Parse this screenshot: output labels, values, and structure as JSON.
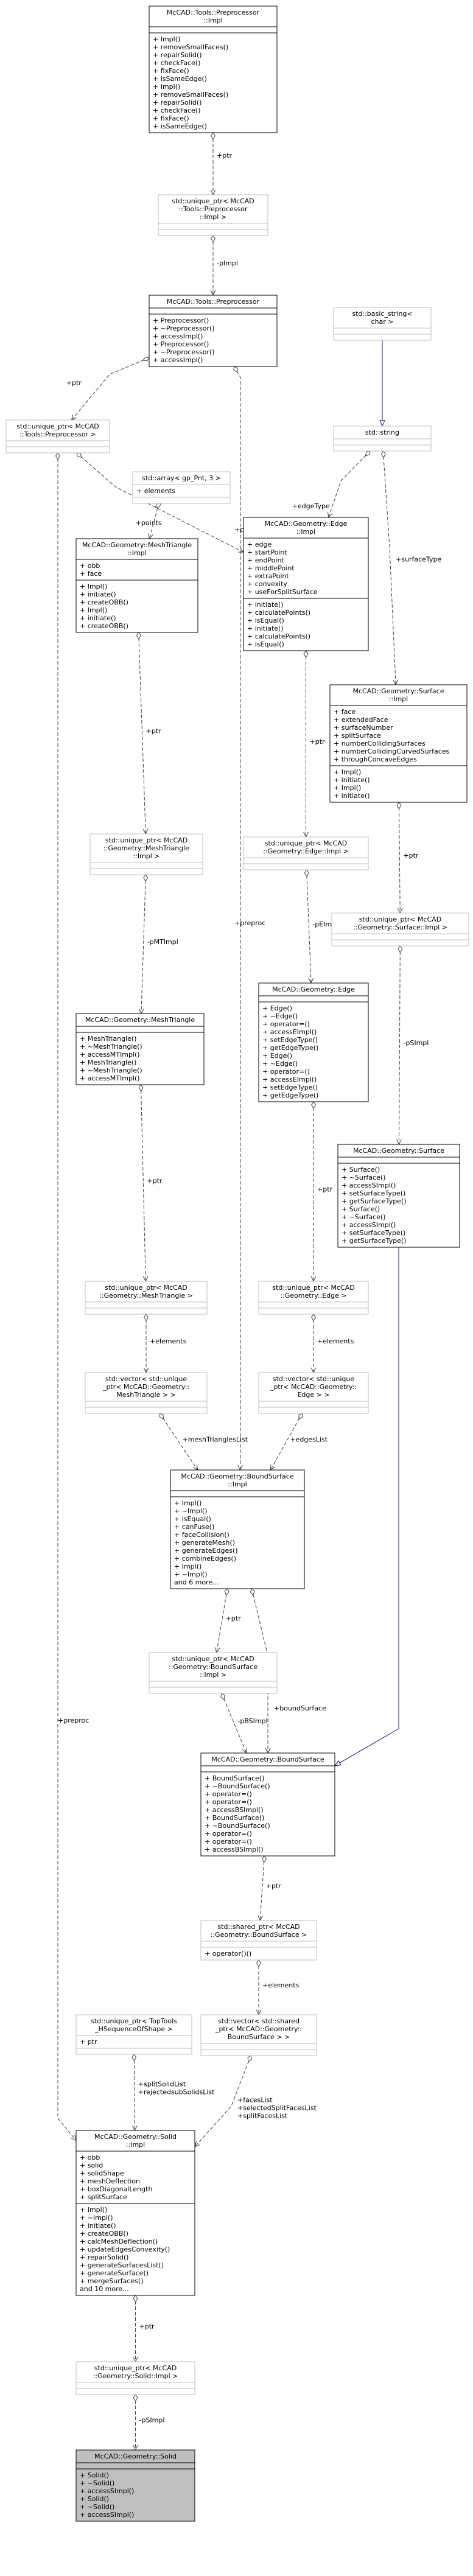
{
  "colors": {
    "node_border": "#000000",
    "node_border_faint": "#bfbfbf",
    "node_fill": "#ffffff",
    "highlight_fill": "#bfbfbf",
    "edge_usage": "#404040",
    "edge_inheritance": "#191970",
    "edge_template": "#ffa500"
  },
  "nodes": [
    {
      "id": "preproc_impl",
      "title": [
        "McCAD::Tools::Preprocessor",
        "::Impl"
      ],
      "attributes": [],
      "methods": [
        "+ Impl()",
        "+ removeSmallFaces()",
        "+ repairSolid()",
        "+ checkFace()",
        "+ fixFace()",
        "+ isSameEdge()",
        "+ Impl()",
        "+ removeSmallFaces()",
        "+ repairSolid()",
        "+ checkFace()",
        "+ fixFace()",
        "+ isSameEdge()"
      ]
    },
    {
      "id": "uptr_preproc_impl",
      "faint": true,
      "title": [
        "std::unique_ptr< McCAD",
        "::Tools::Preprocessor",
        "::Impl >"
      ],
      "attributes": [],
      "methods": []
    },
    {
      "id": "preprocessor",
      "title": [
        "McCAD::Tools::Preprocessor"
      ],
      "attributes": [],
      "methods": [
        "+ Preprocessor()",
        "+ ~Preprocessor()",
        "+ accessImpl()",
        "+ Preprocessor()",
        "+ ~Preprocessor()",
        "+ accessImpl()"
      ]
    },
    {
      "id": "basic_string",
      "faint": true,
      "title": [
        "std::basic_string<",
        "char >"
      ],
      "attributes": [],
      "methods": []
    },
    {
      "id": "std_string",
      "faint": true,
      "title": [
        "std::string"
      ],
      "attributes": [],
      "methods": []
    },
    {
      "id": "uptr_preproc",
      "faint": true,
      "title": [
        "std::unique_ptr< McCAD",
        "::Tools::Preprocessor >"
      ],
      "attributes": [],
      "methods": []
    },
    {
      "id": "array_gp",
      "faint": true,
      "title": [
        "std::array< gp_Pnt, 3 >"
      ],
      "attributes": [
        "+ elements"
      ],
      "methods": []
    },
    {
      "id": "edge_impl",
      "title": [
        "McCAD::Geometry::Edge",
        "::Impl"
      ],
      "attributes": [
        "+ edge",
        "+ startPoint",
        "+ endPoint",
        "+ middlePoint",
        "+ extraPoint",
        "+ convexity",
        "+ useForSplitSurface"
      ],
      "methods": [
        "+ initiate()",
        "+ calculatePoints()",
        "+ isEqual()",
        "+ initiate()",
        "+ calculatePoints()",
        "+ isEqual()"
      ]
    },
    {
      "id": "meshtri_impl",
      "title": [
        "McCAD::Geometry::MeshTriangle",
        "::Impl"
      ],
      "attributes": [
        "+ obb",
        "+ face"
      ],
      "methods": [
        "+ Impl()",
        "+ initiate()",
        "+ createOBB()",
        "+ Impl()",
        "+ initiate()",
        "+ createOBB()"
      ]
    },
    {
      "id": "surface_impl",
      "title": [
        "McCAD::Geometry::Surface",
        "::Impl"
      ],
      "attributes": [
        "+ face",
        "+ extendedFace",
        "+ surfaceNumber",
        "+ splitSurface",
        "+ numberCollidingSurfaces",
        "+ numberCollidingCurvedSurfaces",
        "+ throughConcaveEdges"
      ],
      "methods": [
        "+ Impl()",
        "+ initiate()",
        "+ Impl()",
        "+ initiate()"
      ]
    },
    {
      "id": "uptr_edge_impl",
      "faint": true,
      "title": [
        "std::unique_ptr< McCAD",
        "::Geometry::Edge::Impl >"
      ],
      "attributes": [],
      "methods": []
    },
    {
      "id": "uptr_meshtri_impl",
      "faint": true,
      "title": [
        "std::unique_ptr< McCAD",
        "::Geometry::MeshTriangle",
        "::Impl >"
      ],
      "attributes": [],
      "methods": []
    },
    {
      "id": "uptr_surface_impl",
      "faint": true,
      "title": [
        "std::unique_ptr< McCAD",
        "::Geometry::Surface::Impl >"
      ],
      "attributes": [],
      "methods": []
    },
    {
      "id": "edge",
      "title": [
        "McCAD::Geometry::Edge"
      ],
      "attributes": [],
      "methods": [
        "+ Edge()",
        "+ ~Edge()",
        "+ operator=()",
        "+ accessEImpl()",
        "+ setEdgeType()",
        "+ getEdgeType()",
        "+ Edge()",
        "+ ~Edge()",
        "+ operator=()",
        "+ accessEImpl()",
        "+ setEdgeType()",
        "+ getEdgeType()"
      ]
    },
    {
      "id": "meshtri",
      "title": [
        "McCAD::Geometry::MeshTriangle"
      ],
      "attributes": [],
      "methods": [
        "+ MeshTriangle()",
        "+ ~MeshTriangle()",
        "+ accessMTImpl()",
        "+ MeshTriangle()",
        "+ ~MeshTriangle()",
        "+ accessMTImpl()"
      ]
    },
    {
      "id": "surface",
      "title": [
        "McCAD::Geometry::Surface"
      ],
      "attributes": [],
      "methods": [
        "+ Surface()",
        "+ ~Surface()",
        "+ accessSImpl()",
        "+ setSurfaceType()",
        "+ getSurfaceType()",
        "+ Surface()",
        "+ ~Surface()",
        "+ accessSImpl()",
        "+ setSurfaceType()",
        "+ getSurfaceType()"
      ]
    },
    {
      "id": "uptr_meshtri",
      "faint": true,
      "title": [
        "std::unique_ptr< McCAD",
        "::Geometry::MeshTriangle >"
      ],
      "attributes": [],
      "methods": []
    },
    {
      "id": "uptr_edge",
      "faint": true,
      "title": [
        "std::unique_ptr< McCAD",
        "::Geometry::Edge >"
      ],
      "attributes": [],
      "methods": []
    },
    {
      "id": "vec_meshtri",
      "faint": true,
      "title": [
        "std::vector< std::unique",
        "_ptr< McCAD::Geometry::",
        "MeshTriangle > >"
      ],
      "attributes": [],
      "methods": []
    },
    {
      "id": "vec_edge",
      "faint": true,
      "title": [
        "std::vector< std::unique",
        "_ptr< McCAD::Geometry::",
        "Edge > >"
      ],
      "attributes": [],
      "methods": []
    },
    {
      "id": "boundsurf_impl",
      "title": [
        "McCAD::Geometry::BoundSurface",
        "::Impl"
      ],
      "attributes": [],
      "methods": [
        "+ Impl()",
        "+ ~Impl()",
        "+ isEqual()",
        "+ canFuse()",
        "+ faceCollision()",
        "+ generateMesh()",
        "+ generateEdges()",
        "+ combineEdges()",
        "+ Impl()",
        "+ ~Impl()",
        "and 6 more..."
      ]
    },
    {
      "id": "uptr_boundsurf_impl",
      "faint": true,
      "title": [
        "std::unique_ptr< McCAD",
        "::Geometry::BoundSurface",
        "::Impl >"
      ],
      "attributes": [],
      "methods": []
    },
    {
      "id": "boundsurf",
      "title": [
        "McCAD::Geometry::BoundSurface"
      ],
      "attributes": [],
      "methods": [
        "+ BoundSurface()",
        "+ ~BoundSurface()",
        "+ operator=()",
        "+ operator=()",
        "+ accessBSImpl()",
        "+ BoundSurface()",
        "+ ~BoundSurface()",
        "+ operator=()",
        "+ operator=()",
        "+ accessBSImpl()"
      ]
    },
    {
      "id": "sptr_boundsurf",
      "faint": true,
      "title": [
        "std::shared_ptr< McCAD",
        "::Geometry::BoundSurface >"
      ],
      "attributes": [],
      "methods": [
        "+ operator()()"
      ]
    },
    {
      "id": "uptr_toptools",
      "faint": true,
      "title": [
        "std::unique_ptr< TopTools",
        "_HSequenceOfShape >"
      ],
      "attributes": [
        "+ ptr"
      ],
      "methods": []
    },
    {
      "id": "vec_sptr_boundsurf",
      "faint": true,
      "title": [
        "std::vector< std::shared",
        "_ptr< McCAD::Geometry::",
        "BoundSurface > >"
      ],
      "attributes": [],
      "methods": []
    },
    {
      "id": "solid_impl",
      "title": [
        "McCAD::Geometry::Solid",
        "::Impl"
      ],
      "attributes": [
        "+ obb",
        "+ solid",
        "+ solidShape",
        "+ meshDeflection",
        "+ boxDiagonalLength",
        "+ splitSurface"
      ],
      "methods": [
        "+ Impl()",
        "+ ~Impl()",
        "+ initiate()",
        "+ createOBB()",
        "+ calcMeshDeflection()",
        "+ updateEdgesConvexity()",
        "+ repairSolid()",
        "+ generateSurfacesList()",
        "+ generateSurface()",
        "+ mergeSurfaces()",
        "and 10 more..."
      ]
    },
    {
      "id": "uptr_solid_impl",
      "faint": true,
      "title": [
        "std::unique_ptr< McCAD",
        "::Geometry::Solid::Impl >"
      ],
      "attributes": [],
      "methods": []
    },
    {
      "id": "solid",
      "highlight": true,
      "title": [
        "McCAD::Geometry::Solid"
      ],
      "attributes": [],
      "methods": [
        "+ Solid()",
        "+ ~Solid()",
        "+ accessSImpl()",
        "+ Solid()",
        "+ ~Solid()",
        "+ accessSImpl()"
      ]
    }
  ],
  "edges": [
    {
      "from": "preproc_impl",
      "to": "uptr_preproc_impl",
      "kind": "usage",
      "labels": [
        "+ptr"
      ]
    },
    {
      "from": "uptr_preproc_impl",
      "to": "preprocessor",
      "kind": "usage",
      "labels": [
        "-pImpl"
      ]
    },
    {
      "from": "basic_string",
      "to": "std_string",
      "kind": "inheritance",
      "labels": []
    },
    {
      "from": "preprocessor",
      "to": "uptr_preproc",
      "kind": "usage",
      "labels": [
        "+ptr"
      ]
    },
    {
      "from": "std_string",
      "to": "edge_impl",
      "kind": "usage",
      "labels": [
        "+edgeType"
      ]
    },
    {
      "from": "std_string",
      "to": "surface_impl",
      "kind": "usage",
      "labels": [
        "+surfaceType"
      ]
    },
    {
      "from": "uptr_preproc",
      "to": "edge_impl",
      "kind": "usage",
      "labels": [
        "+preproc"
      ]
    },
    {
      "from": "array_gp",
      "to": "meshtri_impl",
      "kind": "usage",
      "labels": [
        "+points"
      ]
    },
    {
      "from": "edge_impl",
      "to": "uptr_edge_impl",
      "kind": "usage",
      "labels": [
        "+ptr"
      ]
    },
    {
      "from": "meshtri_impl",
      "to": "uptr_meshtri_impl",
      "kind": "usage",
      "labels": [
        "+ptr"
      ]
    },
    {
      "from": "surface_impl",
      "to": "uptr_surface_impl",
      "kind": "usage",
      "labels": [
        "+ptr"
      ]
    },
    {
      "from": "uptr_edge_impl",
      "to": "edge",
      "kind": "usage",
      "labels": [
        "-pEImpl"
      ]
    },
    {
      "from": "uptr_meshtri_impl",
      "to": "meshtri",
      "kind": "usage",
      "labels": [
        "-pMTImpl"
      ]
    },
    {
      "from": "uptr_surface_impl",
      "to": "surface",
      "kind": "usage",
      "labels": [
        "-pSImpl"
      ]
    },
    {
      "from": "meshtri",
      "to": "uptr_meshtri",
      "kind": "usage",
      "labels": [
        "+ptr"
      ]
    },
    {
      "from": "edge",
      "to": "uptr_edge",
      "kind": "usage",
      "labels": [
        "+ptr"
      ]
    },
    {
      "from": "uptr_meshtri",
      "to": "vec_meshtri",
      "kind": "usage",
      "labels": [
        "+elements"
      ]
    },
    {
      "from": "uptr_edge",
      "to": "vec_edge",
      "kind": "usage",
      "labels": [
        "+elements"
      ]
    },
    {
      "from": "vec_meshtri",
      "to": "boundsurf_impl",
      "kind": "usage",
      "labels": [
        "+meshTrianglesList"
      ]
    },
    {
      "from": "vec_edge",
      "to": "boundsurf_impl",
      "kind": "usage",
      "labels": [
        "+edgesList"
      ]
    },
    {
      "from": "preprocessor",
      "to": "boundsurf_impl",
      "kind": "usage",
      "labels": [
        "+preproc"
      ]
    },
    {
      "from": "boundsurf_impl",
      "to": "uptr_boundsurf_impl",
      "kind": "usage",
      "labels": [
        "+ptr"
      ]
    },
    {
      "from": "uptr_boundsurf_impl",
      "to": "boundsurf",
      "kind": "usage",
      "labels": [
        "-pBSImpl"
      ]
    },
    {
      "from": "boundsurf_impl",
      "to": "boundsurf",
      "kind": "usage",
      "labels": [
        "+boundSurface"
      ]
    },
    {
      "from": "surface",
      "to": "boundsurf",
      "kind": "inheritance",
      "labels": []
    },
    {
      "from": "boundsurf",
      "to": "sptr_boundsurf",
      "kind": "usage",
      "labels": [
        "+ptr"
      ]
    },
    {
      "from": "sptr_boundsurf",
      "to": "vec_sptr_boundsurf",
      "kind": "usage",
      "labels": [
        "+elements"
      ]
    },
    {
      "from": "uptr_toptools",
      "to": "solid_impl",
      "kind": "usage",
      "labels": [
        "+splitSolidList",
        "+rejectedsubSolidsList"
      ]
    },
    {
      "from": "vec_sptr_boundsurf",
      "to": "solid_impl",
      "kind": "usage",
      "labels": [
        "+facesList",
        "+selectedSplitFacesList",
        "+splitFacesList"
      ]
    },
    {
      "from": "uptr_preproc",
      "to": "solid_impl",
      "kind": "usage",
      "labels": [
        "+preproc"
      ]
    },
    {
      "from": "solid_impl",
      "to": "uptr_solid_impl",
      "kind": "usage",
      "labels": [
        "+ptr"
      ]
    },
    {
      "from": "uptr_solid_impl",
      "to": "solid",
      "kind": "usage",
      "labels": [
        "-pSImpl"
      ]
    }
  ]
}
